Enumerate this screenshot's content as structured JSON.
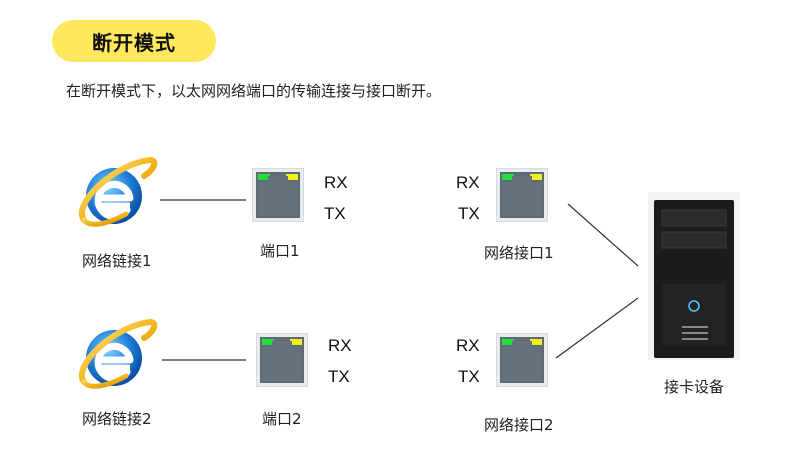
{
  "header": {
    "mode_title": "断开模式",
    "description": "在断开模式下，以太网网络端口的传输连接与接口断开。"
  },
  "clients": [
    {
      "label": "网络链接1"
    },
    {
      "label": "网络链接2"
    }
  ],
  "ports": [
    {
      "label": "端口1",
      "rx": "RX",
      "tx": "TX"
    },
    {
      "label": "端口2",
      "rx": "RX",
      "tx": "TX"
    }
  ],
  "interfaces": [
    {
      "label": "网络接口1",
      "rx": "RX",
      "tx": "TX"
    },
    {
      "label": "网络接口2",
      "rx": "RX",
      "tx": "TX"
    }
  ],
  "device": {
    "label": "接卡设备"
  },
  "colors": {
    "pill": "#ffe85c",
    "led_green": "#22e03a",
    "led_yellow": "#f2ef1a",
    "port_body": "#5f6a73",
    "tower": "#1c1c1c"
  },
  "icons": [
    "internet-explorer-icon",
    "ethernet-port-icon",
    "pc-tower-icon"
  ]
}
